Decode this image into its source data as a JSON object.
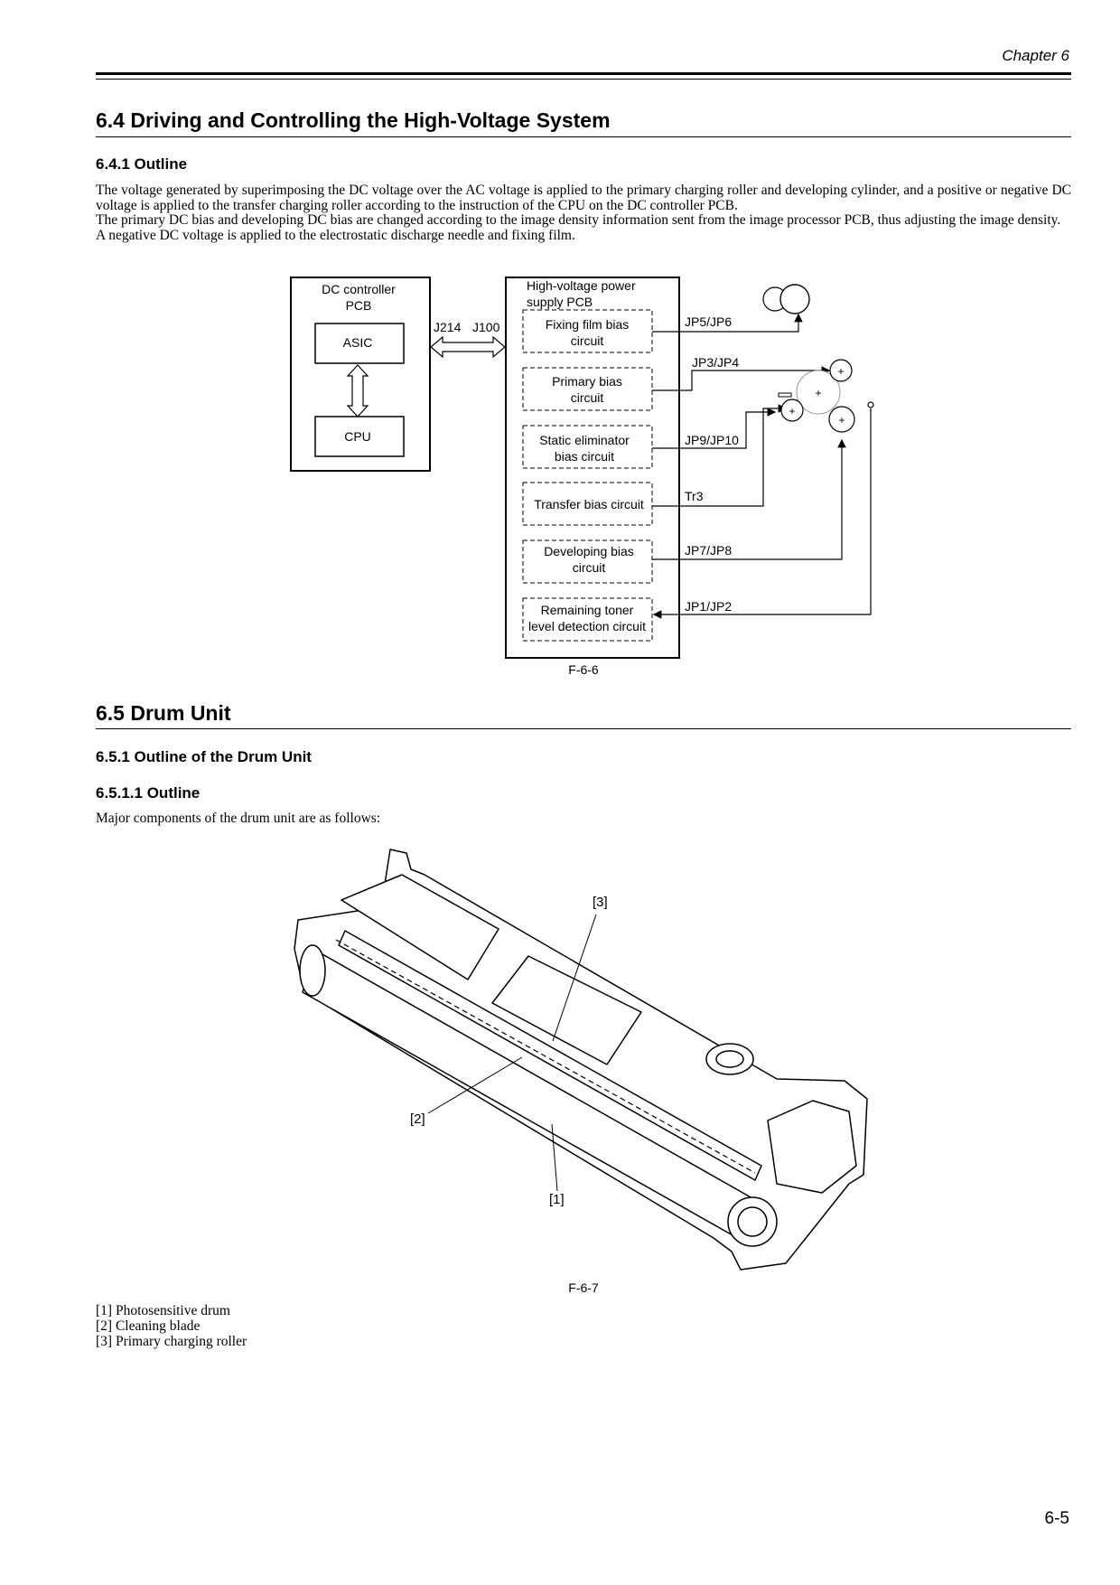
{
  "header": {
    "chapter": "Chapter 6"
  },
  "section_6_4": {
    "title": "6.4 Driving and Controlling the High-Voltage System",
    "sub_title": "6.4.1 Outline",
    "paragraphs": [
      "The voltage generated by superimposing the DC voltage over the AC voltage is applied to the primary charging roller and developing cylinder, and a positive or negative DC voltage is applied to the transfer charging roller according to the instruction of the CPU on the DC controller PCB.",
      "The primary DC bias and developing DC bias are changed according to the image density information sent from the image processor PCB, thus adjusting the image density.",
      "A negative DC voltage is applied to the electrostatic discharge needle and fixing film."
    ]
  },
  "diagram_f66": {
    "dc_controller_line1": "DC controller",
    "dc_controller_line2": "PCB",
    "asic": "ASIC",
    "cpu": "CPU",
    "j214": "J214",
    "j100": "J100",
    "hv_line1": "High-voltage power",
    "hv_line2": "supply PCB",
    "circuits": [
      {
        "line1": "Fixing film bias",
        "line2": "circuit",
        "connector": "JP5/JP6"
      },
      {
        "line1": "Primary bias",
        "line2": "circuit",
        "connector": "JP3/JP4"
      },
      {
        "line1": "Static eliminator",
        "line2": "bias circuit",
        "connector": "JP9/JP10"
      },
      {
        "line1": "Transfer bias circuit",
        "line2": "",
        "connector": "Tr3"
      },
      {
        "line1": "Developing bias",
        "line2": "circuit",
        "connector": "JP7/JP8"
      },
      {
        "line1": "Remaining toner",
        "line2": "level detection circuit",
        "connector": "JP1/JP2"
      }
    ],
    "plus": "+",
    "caption": "F-6-6"
  },
  "section_6_5": {
    "title": "6.5 Drum Unit",
    "sub_title": "6.5.1 Outline of the Drum Unit",
    "subsub_title": "6.5.1.1 Outline",
    "intro": "Major components of the drum unit are as follows:",
    "callouts": {
      "c1": "[1]",
      "c2": "[2]",
      "c3": "[3]"
    },
    "caption": "F-6-7",
    "legend": [
      "[1] Photosensitive drum",
      "[2] Cleaning blade",
      "[3] Primary charging roller"
    ]
  },
  "footer": {
    "page": "6-5"
  }
}
